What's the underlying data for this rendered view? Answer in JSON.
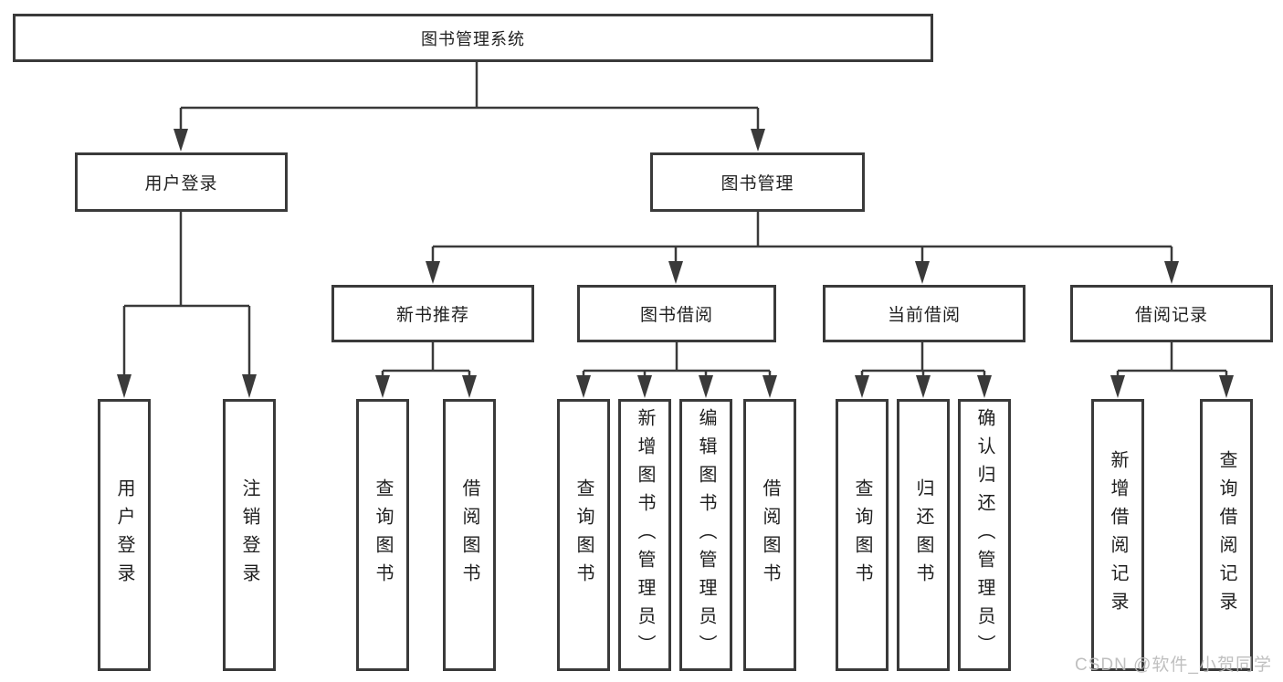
{
  "nodes": {
    "root": "图书管理系统",
    "login": {
      "label": "用户登录",
      "leaves": [
        "用户登录",
        "注销登录"
      ]
    },
    "management": {
      "label": "图书管理",
      "groups": [
        {
          "label": "新书推荐",
          "leaves": [
            "查询图书",
            "借阅图书"
          ]
        },
        {
          "label": "图书借阅",
          "leaves": [
            "查询图书",
            "新增图书（管理员）",
            "编辑图书（管理员）",
            "借阅图书"
          ]
        },
        {
          "label": "当前借阅",
          "leaves": [
            "查询图书",
            "归还图书",
            "确认归还（管理员）"
          ]
        },
        {
          "label": "借阅记录",
          "leaves": [
            "新增借阅记录",
            "查询借阅记录"
          ]
        }
      ]
    }
  },
  "watermark": "CSDN @软件_小贺同学",
  "colors": {
    "line": "#3a3a3a",
    "text": "#1f1f1f",
    "watermark": "#b9b9b9",
    "background": "#ffffff"
  }
}
